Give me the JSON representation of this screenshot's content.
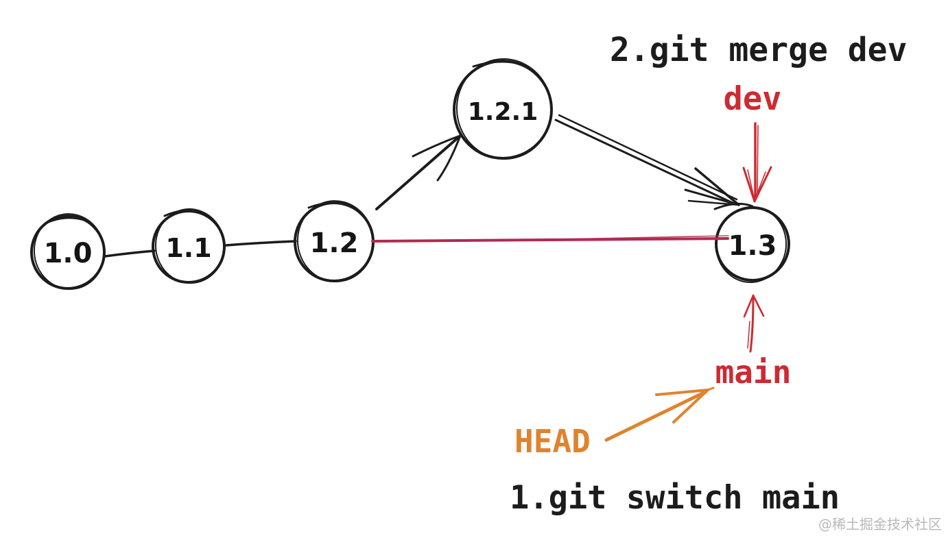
{
  "colors": {
    "ink": "#1c1c1c",
    "branch_red": "#cc2b32",
    "merge_line_crimson": "#b22a50",
    "head_orange": "#e0832e",
    "watermark_gray": "#b8b8b8"
  },
  "diagram": {
    "commits": [
      {
        "label": "1.0"
      },
      {
        "label": "1.1"
      },
      {
        "label": "1.2"
      },
      {
        "label": "1.2.1"
      },
      {
        "label": "1.3"
      }
    ],
    "edges": [
      {
        "from": "1.0",
        "to": "1.1",
        "style": "plain-line"
      },
      {
        "from": "1.1",
        "to": "1.2",
        "style": "plain-line"
      },
      {
        "from": "1.2",
        "to": "1.2.1",
        "style": "black-arrow"
      },
      {
        "from": "1.2.1",
        "to": "1.3",
        "style": "black-double-arrow"
      },
      {
        "from": "1.2",
        "to": "1.3",
        "style": "crimson-line"
      }
    ],
    "labels": {
      "dev": "dev",
      "main": "main",
      "head": "HEAD"
    },
    "steps": {
      "step2": "2.git merge dev",
      "step1": "1.git switch main"
    }
  },
  "watermark": "@稀土掘金技术社区"
}
